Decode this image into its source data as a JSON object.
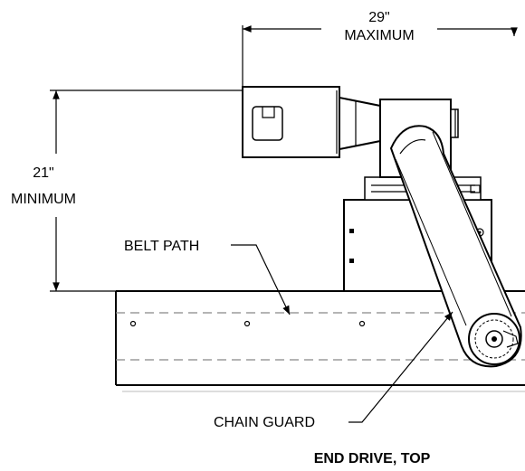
{
  "dimensions": {
    "width_value": "29\"",
    "width_qualifier": "MAXIMUM",
    "height_value": "21\"",
    "height_qualifier": "MINIMUM"
  },
  "callouts": {
    "belt_path": "BELT PATH",
    "chain_guard": "CHAIN GUARD"
  },
  "caption": "END DRIVE, TOP"
}
